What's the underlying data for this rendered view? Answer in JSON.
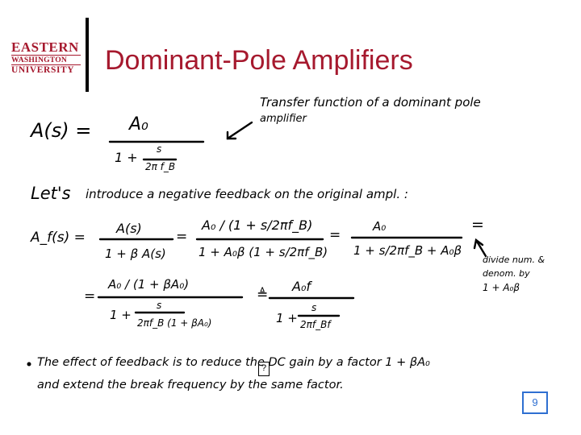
{
  "logo": {
    "line1": "EASTERN",
    "line2": "WASHINGTON",
    "line3": "UNIVERSITY"
  },
  "title": "Dominant-Pole Amplifiers",
  "notes": {
    "eq1_lhs": "A(s) =",
    "eq1_num": "A₀",
    "eq1_den_prefix": "1 +",
    "eq1_den_s": "s",
    "eq1_den_f": "2π f_B",
    "transfer_note_line1": "Transfer function of a dominant pole",
    "transfer_note_line2": "amplifier",
    "intro_lets": "Let's",
    "intro_rest": "introduce a negative feedback on the original ampl. :",
    "af_lhs": "A_f(s) =",
    "af_num1": "A(s)",
    "af_den1": "1 + β A(s)",
    "eq_sign": "=",
    "af_num2": "A₀ / (1 + s/2πf_B)",
    "af_den2": "1 + A₀β (1 + s/2πf_B)",
    "af_num3": "A₀",
    "af_den3": "1 + s/2πf_B + A₀β",
    "divide_note_line1": "divide num. &",
    "divide_note_line2": "denom. by",
    "divide_note_line3": "1 + A₀β",
    "final_num": "A₀ / (1 + βA₀)",
    "final_den_prefix": "1 +",
    "final_den_s": "s",
    "final_den_f": "2πf_B (1 + βA₀)",
    "def_sign": "≜",
    "aof": "A₀f",
    "aof_den_prefix": "1 +",
    "aof_den_s": "s",
    "aof_den_f": "2πf_Bf",
    "bullet_line1": "The effect of feedback is to reduce the DC gain by a factor 1 + βA₀",
    "bullet_line2": "and extend the break frequency by the same factor.",
    "replacement_glyph": "?"
  },
  "page_number": "9"
}
